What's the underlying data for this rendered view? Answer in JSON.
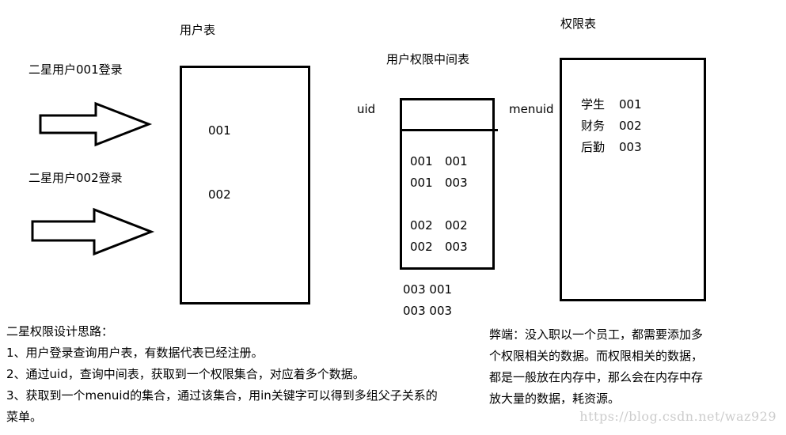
{
  "labels": {
    "user_table_title": "用户表",
    "mid_table_title": "用户权限中间表",
    "perm_table_title": "权限表",
    "uid": "uid",
    "menuid": "menuid",
    "login1": "二星用户001登录",
    "login2": "二星用户002登录"
  },
  "user_table": [
    "001",
    "002"
  ],
  "mid_table": {
    "rows": [
      [
        "001",
        "001"
      ],
      [
        "001",
        "003"
      ],
      [
        "002",
        "002"
      ],
      [
        "002",
        "003"
      ]
    ],
    "outside_rows": [
      "003 001",
      "003 003"
    ]
  },
  "perm_table": [
    {
      "name": "学生",
      "id": "001"
    },
    {
      "name": "财务",
      "id": "002"
    },
    {
      "name": "后勤",
      "id": "003"
    }
  ],
  "notes_left": {
    "title": "二星权限设计思路：",
    "lines": [
      "1、用户登录查询用户表，有数据代表已经注册。",
      "2、通过uid，查询中间表，获取到一个权限集合，对应着多个数据。",
      "3、获取到一个menuid的集合，通过该集合，用in关键字可以得到多组父子关系的",
      "菜单。"
    ]
  },
  "notes_right": {
    "lines": [
      "弊端：没入职以一个员工，都需要添加多",
      "个权限相关的数据。而权限相关的数据，",
      "都是一般放在内存中，那么会在内存中存",
      "放大量的数据，耗资源。"
    ]
  },
  "watermark": "https://blog.csdn.net/waz929"
}
